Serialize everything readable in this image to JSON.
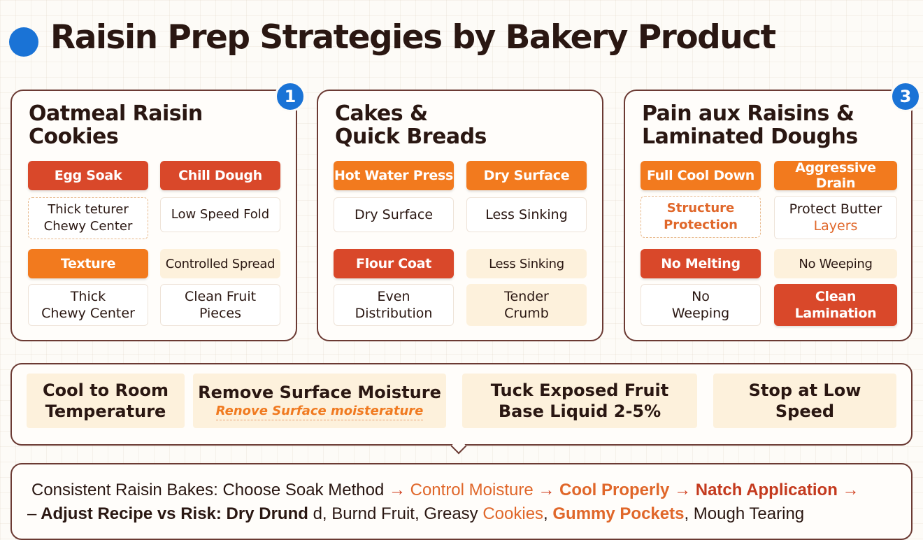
{
  "title": "Raisin Prep Strategies by Bakery Product",
  "colors": {
    "accent_blue": "#1a73d6",
    "red": "#d9482a",
    "orange": "#f27a1e",
    "cream": "#fdf1dc",
    "border": "#6b3a33"
  },
  "panels": [
    {
      "badge": "1",
      "title": "Oatmeal Raisin\nCookies",
      "cells": [
        "Egg Soak",
        "Chill Dough",
        "Thick teturer\nChewy Center",
        "Low Speed Fold",
        "Texture",
        "Controlled Spread",
        "Thick\nChewy Center",
        "Clean Fruit\nPieces"
      ]
    },
    {
      "badge": "",
      "title": "Cakes &\nQuick Breads",
      "cells": [
        "Hot Water Press",
        "Dry Surface",
        "Dry Surface",
        "Less Sinking",
        "Flour Coat",
        "Less Sinking",
        "Even\nDistribution",
        "Tender\nCrumb"
      ]
    },
    {
      "badge": "3",
      "title": "Pain aux Raisins &\nLaminated Doughs",
      "cells": [
        "Full Cool Down",
        "Aggressive Drain",
        "Structure\nProtection",
        "Protect Butter",
        "No Melting",
        "No Weeping",
        "No\nWeeping",
        "Clean\nLamination"
      ],
      "extra": "Layers"
    }
  ],
  "steps": [
    {
      "label": "Cool to Room\nTemperature"
    },
    {
      "label": "Remove Surface Moisture",
      "sub": "Renove Surface moisterature"
    },
    {
      "label": "Tuck Exposed Fruit\nBase Liquid 2-5%"
    },
    {
      "label": "Stop at Low\nSpeed"
    }
  ],
  "summary": {
    "l1_lead": "Consistent Raisin Bakes:",
    "l1_a": " Choose Soak Method ",
    "arrow": "→",
    "l1_b": " Control Moisture ",
    "l1_c": " Cool Properly ",
    "l1_d": " Natch Application ",
    "l2_dash": "–",
    "l2_lead": " Adjust Recipe vs Risk: Dry Drund",
    "l2_a": " d, Burnd Fruit, Greasy ",
    "l2_b": "Cookies",
    "comma": ",",
    "l2_c": " Gummy Pockets",
    "l2_d": ", Mough Tearing"
  }
}
